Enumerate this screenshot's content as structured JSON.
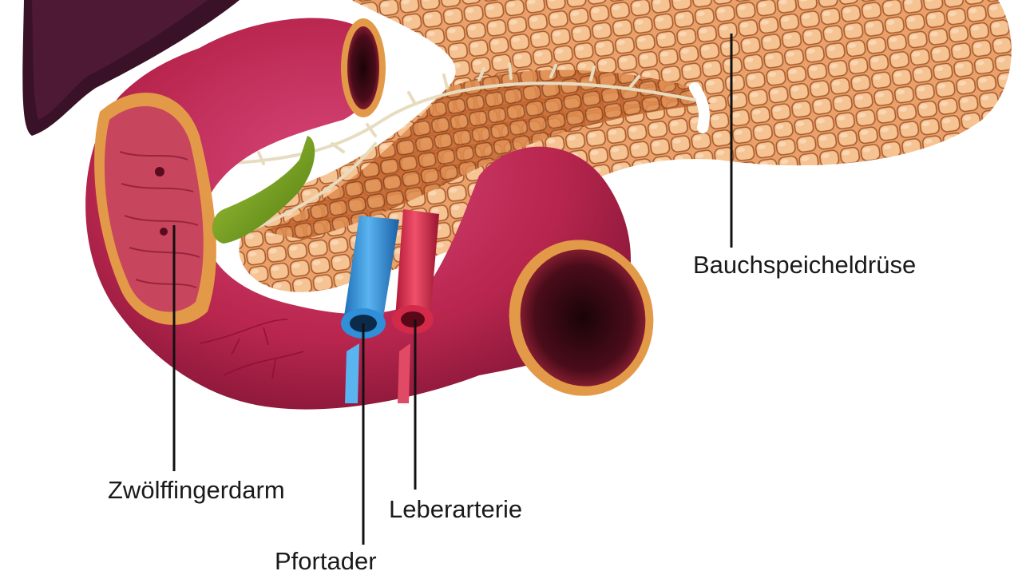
{
  "labels": {
    "pancreas": "Bauchspeicheldrüse",
    "duodenum": "Zwölffingerdarm",
    "hepatic_artery": "Leberarterie",
    "portal_vein": "Pfortader"
  },
  "colors": {
    "pancreas": "#d9834a",
    "duodenum": "#b8264e",
    "liver": "#3a1228",
    "gallbladder": "#7aa51e",
    "portal_vein": "#2f8fd8",
    "hepatic_artery": "#d42a4a",
    "leader_line": "#111111"
  }
}
